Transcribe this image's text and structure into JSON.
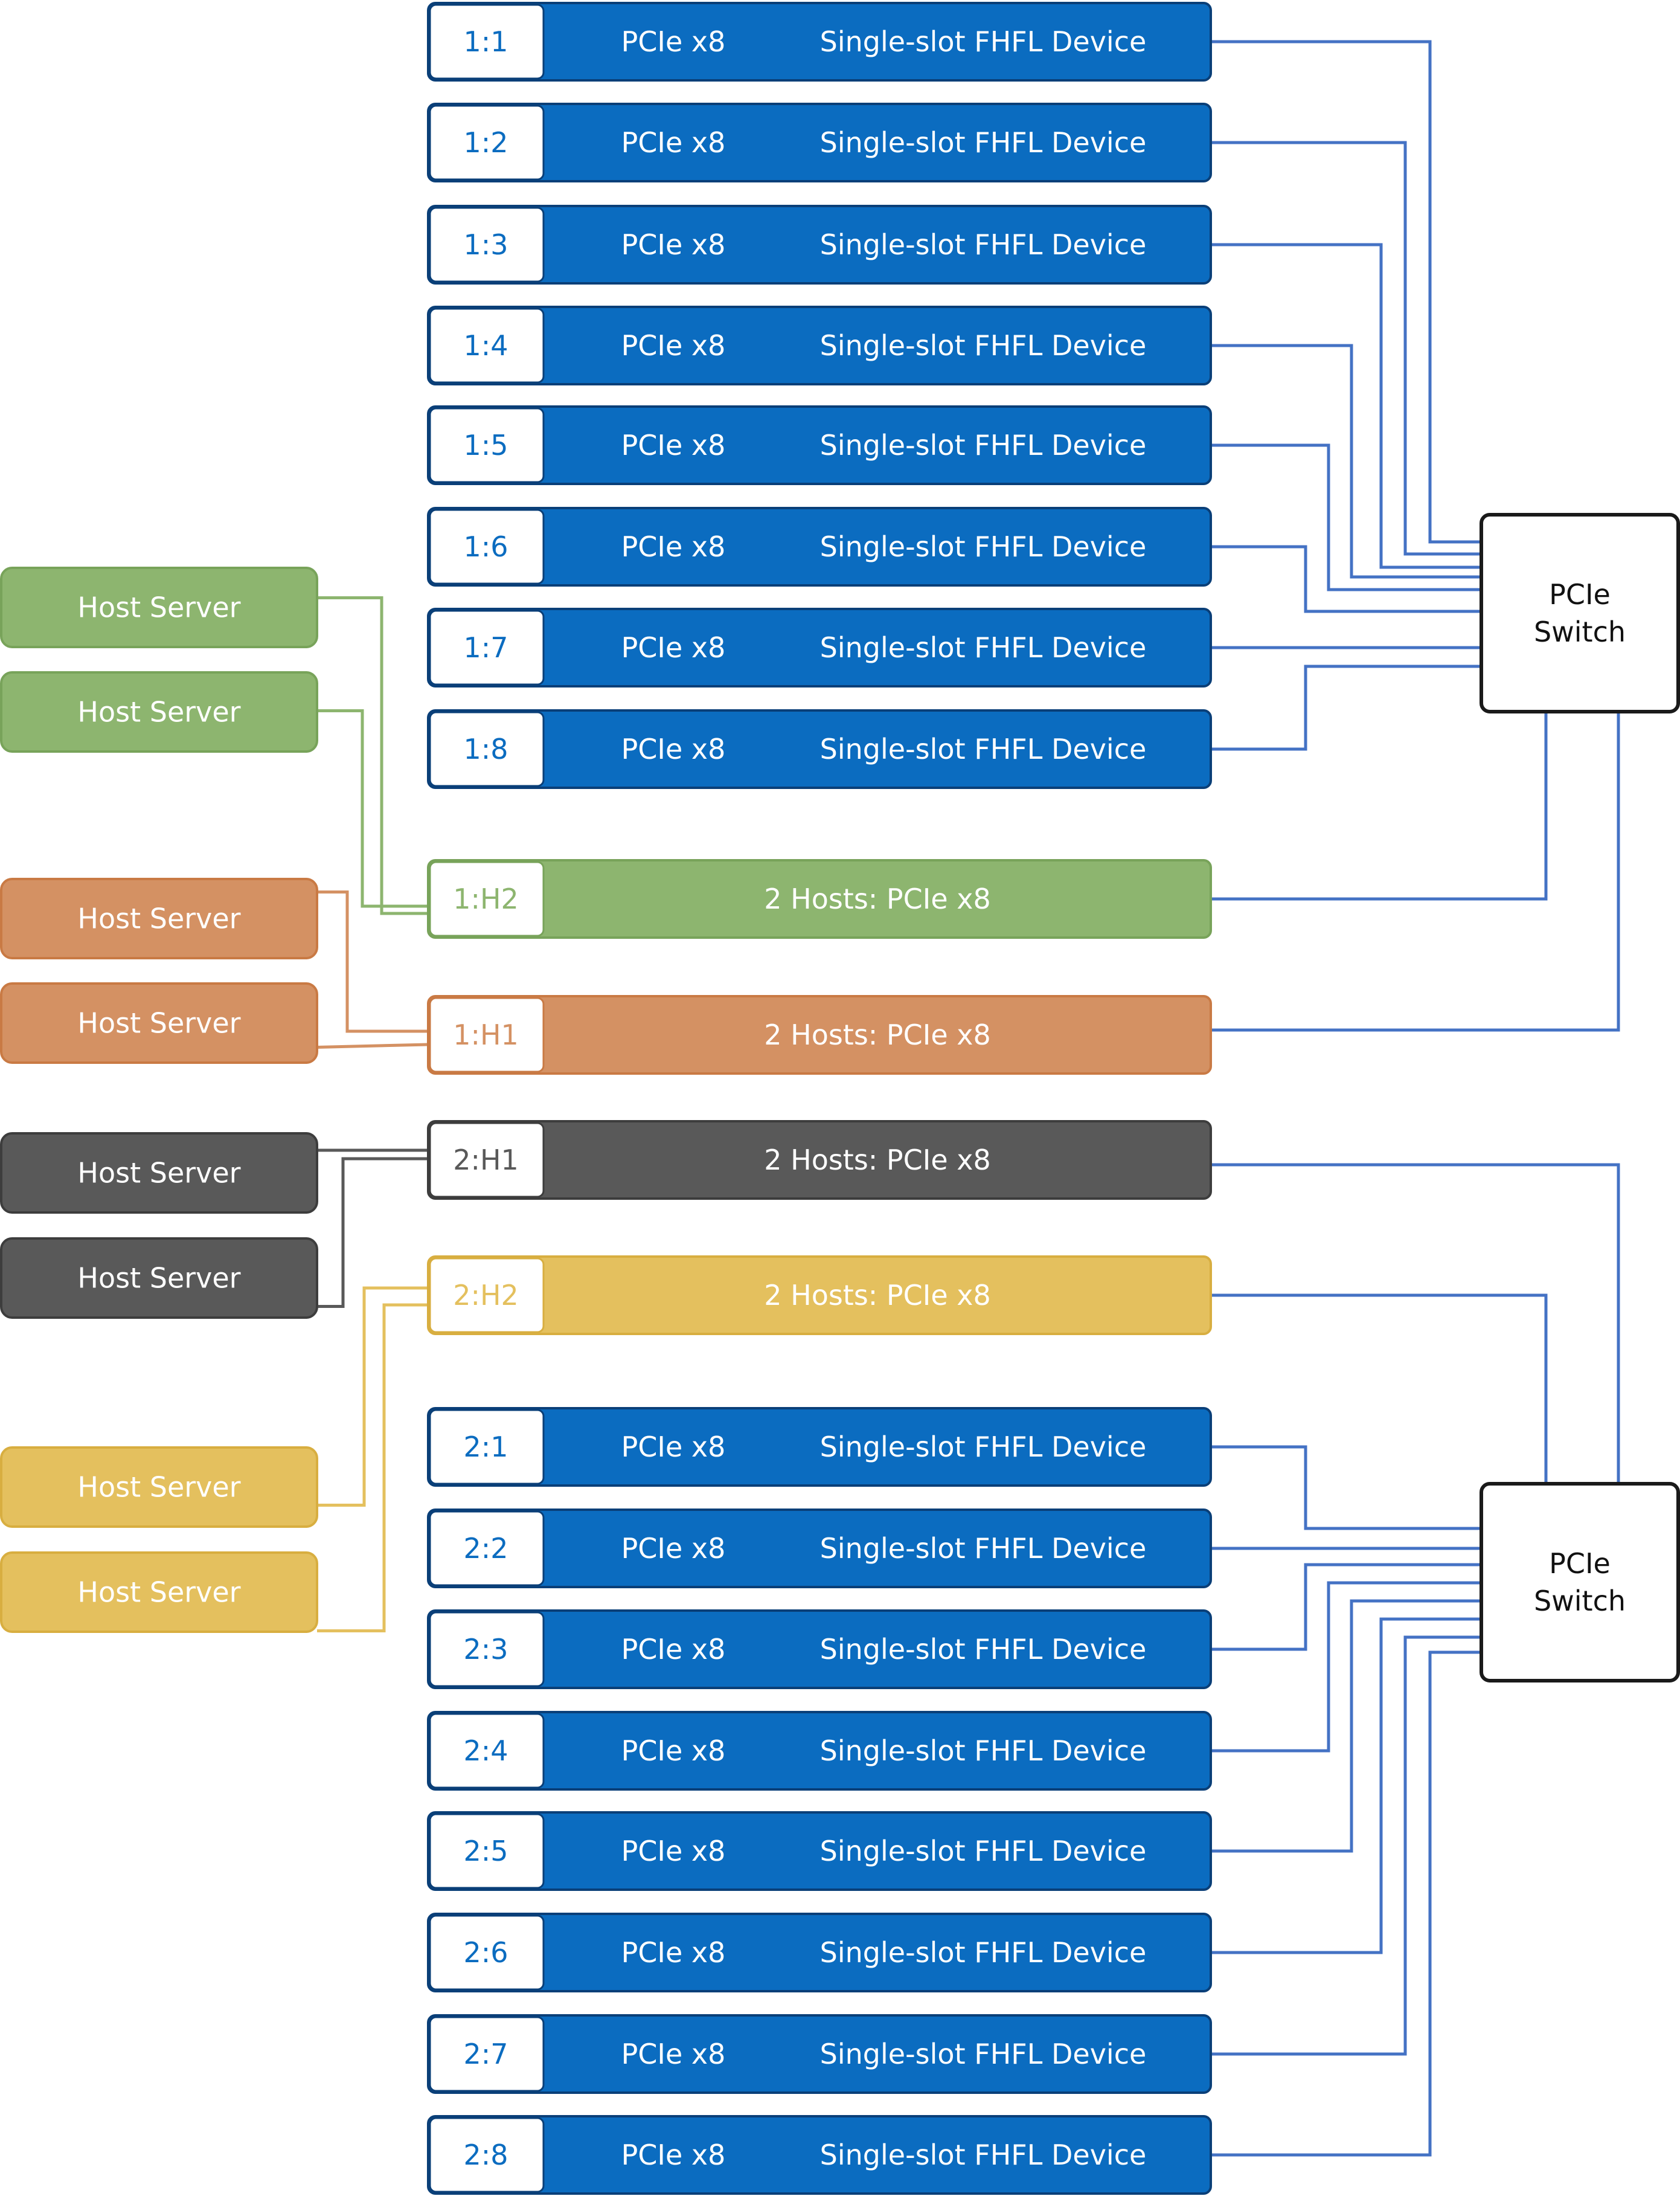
{
  "colors": {
    "device_blue": "#0B6CC0",
    "device_border": "#0A3F78",
    "wire_blue": "#4472C4",
    "green": "#8DB56F",
    "green_border": "#78A35A",
    "orange": "#D49163",
    "orange_border": "#C97A44",
    "dark": "#595959",
    "dark_border": "#3D3D3D",
    "gold": "#E4C05E",
    "gold_border": "#D8AE40",
    "switch_border": "#1A1A1A"
  },
  "switches": [
    {
      "line1": "PCIe",
      "line2": "Switch"
    },
    {
      "line1": "PCIe",
      "line2": "Switch"
    }
  ],
  "devices_top": [
    {
      "slot": "1:1",
      "bus": "PCIe x8",
      "device": "Single-slot FHFL Device"
    },
    {
      "slot": "1:2",
      "bus": "PCIe x8",
      "device": "Single-slot FHFL Device"
    },
    {
      "slot": "1:3",
      "bus": "PCIe x8",
      "device": "Single-slot FHFL Device"
    },
    {
      "slot": "1:4",
      "bus": "PCIe x8",
      "device": "Single-slot FHFL Device"
    },
    {
      "slot": "1:5",
      "bus": "PCIe x8",
      "device": "Single-slot FHFL Device"
    },
    {
      "slot": "1:6",
      "bus": "PCIe x8",
      "device": "Single-slot FHFL Device"
    },
    {
      "slot": "1:7",
      "bus": "PCIe x8",
      "device": "Single-slot FHFL Device"
    },
    {
      "slot": "1:8",
      "bus": "PCIe x8",
      "device": "Single-slot FHFL Device"
    }
  ],
  "host_slots": [
    {
      "slot": "1:H2",
      "label": "2 Hosts: PCIe x8",
      "color": "green"
    },
    {
      "slot": "1:H1",
      "label": "2 Hosts: PCIe x8",
      "color": "orange"
    },
    {
      "slot": "2:H1",
      "label": "2 Hosts: PCIe x8",
      "color": "dark"
    },
    {
      "slot": "2:H2",
      "label": "2 Hosts: PCIe x8",
      "color": "gold"
    }
  ],
  "devices_bottom": [
    {
      "slot": "2:1",
      "bus": "PCIe x8",
      "device": "Single-slot FHFL Device"
    },
    {
      "slot": "2:2",
      "bus": "PCIe x8",
      "device": "Single-slot FHFL Device"
    },
    {
      "slot": "2:3",
      "bus": "PCIe x8",
      "device": "Single-slot FHFL Device"
    },
    {
      "slot": "2:4",
      "bus": "PCIe x8",
      "device": "Single-slot FHFL Device"
    },
    {
      "slot": "2:5",
      "bus": "PCIe x8",
      "device": "Single-slot FHFL Device"
    },
    {
      "slot": "2:6",
      "bus": "PCIe x8",
      "device": "Single-slot FHFL Device"
    },
    {
      "slot": "2:7",
      "bus": "PCIe x8",
      "device": "Single-slot FHFL Device"
    },
    {
      "slot": "2:8",
      "bus": "PCIe x8",
      "device": "Single-slot FHFL Device"
    }
  ],
  "host_servers": [
    {
      "label": "Host Server",
      "color": "green"
    },
    {
      "label": "Host Server",
      "color": "green"
    },
    {
      "label": "Host Server",
      "color": "orange"
    },
    {
      "label": "Host Server",
      "color": "orange"
    },
    {
      "label": "Host Server",
      "color": "dark"
    },
    {
      "label": "Host Server",
      "color": "dark"
    },
    {
      "label": "Host Server",
      "color": "gold"
    },
    {
      "label": "Host Server",
      "color": "gold"
    }
  ]
}
